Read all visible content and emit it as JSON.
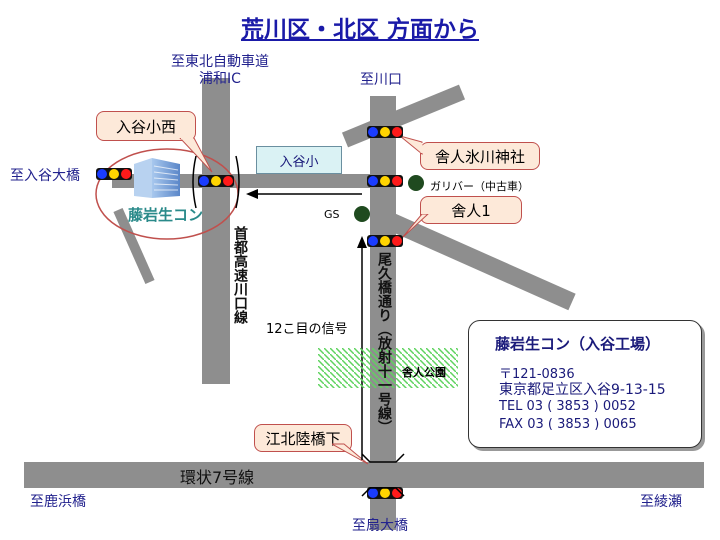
{
  "title": "荒川区・北区 方面から",
  "destinations": {
    "tohoku_expressway": [
      "至東北自動車道",
      "浦和IC"
    ],
    "kawaguchi": "至川口",
    "iriya_ohashi": "至入谷大橋",
    "shikahama": "至鹿浜橋",
    "ayase": "至綾瀬",
    "ogi_ohashi": "至扇大橋"
  },
  "callouts": {
    "iriya_konishi": "入谷小西",
    "toneri_hikawa": "舎人氷川神社",
    "toneri1": "舎人1",
    "kohoku_rikkyo": "江北陸橋下"
  },
  "labels": {
    "iriya_school": "入谷小",
    "gulliver": "ガリバー（中古車）",
    "gs": "GS",
    "company_sign": "藤岩生コン",
    "shuto_line": "首都高速川口線",
    "oku_street": "尾久橋通り（放射十一号線）",
    "twelfth_signal": "12こ目の信号",
    "toneri_park": "舎人公園",
    "kanjo7": "環状7号線"
  },
  "company": {
    "name": "藤岩生コン（入谷工場）",
    "postal": "〒121-0836",
    "address": "東京都足立区入谷9-13-15",
    "tel": "TEL 03 ( 3853 ) 0052",
    "fax": "FAX 03 ( 3853 ) 0065"
  },
  "colors": {
    "road": "#8e8e8e",
    "callout_fill": "#fde9d9",
    "callout_border": "#c0504d",
    "school_fill": "#daf2f4",
    "park_hatch": "#5fd35f",
    "highlight_ring": "#c0504d"
  },
  "icons": {
    "traffic_signal": "traffic-signal-icon",
    "building": "building-icon",
    "landmark": "landmark-dot-icon",
    "route_arrow": "arrow-icon"
  }
}
